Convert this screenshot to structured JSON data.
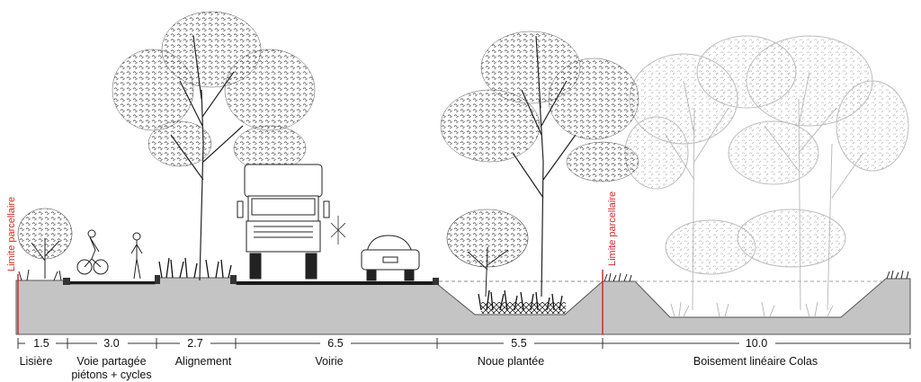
{
  "boundary_labels": [
    "Limite parcellaire",
    "Limite parcellaire"
  ],
  "zones": [
    {
      "id": "lisiere",
      "width": "1.5",
      "name_lines": [
        "Lisière"
      ]
    },
    {
      "id": "voie-partagee",
      "width": "3.0",
      "name_lines": [
        "Voie partagée",
        "piétons + cycles"
      ]
    },
    {
      "id": "alignement",
      "width": "2.7",
      "name_lines": [
        "Alignement"
      ]
    },
    {
      "id": "voirie",
      "width": "6.5",
      "name_lines": [
        "Voirie"
      ]
    },
    {
      "id": "noue-plantee",
      "width": "5.5",
      "name_lines": [
        "Noue plantée"
      ]
    },
    {
      "id": "boisement",
      "width": "10.0",
      "name_lines": [
        "Boisement linéaire Colas"
      ]
    }
  ],
  "colors": {
    "ground": "#c4c4c4",
    "ground_edge": "#555555",
    "boundary": "#d42a2a",
    "line": "#2a2a2a",
    "faded": "#bdbdbd"
  }
}
